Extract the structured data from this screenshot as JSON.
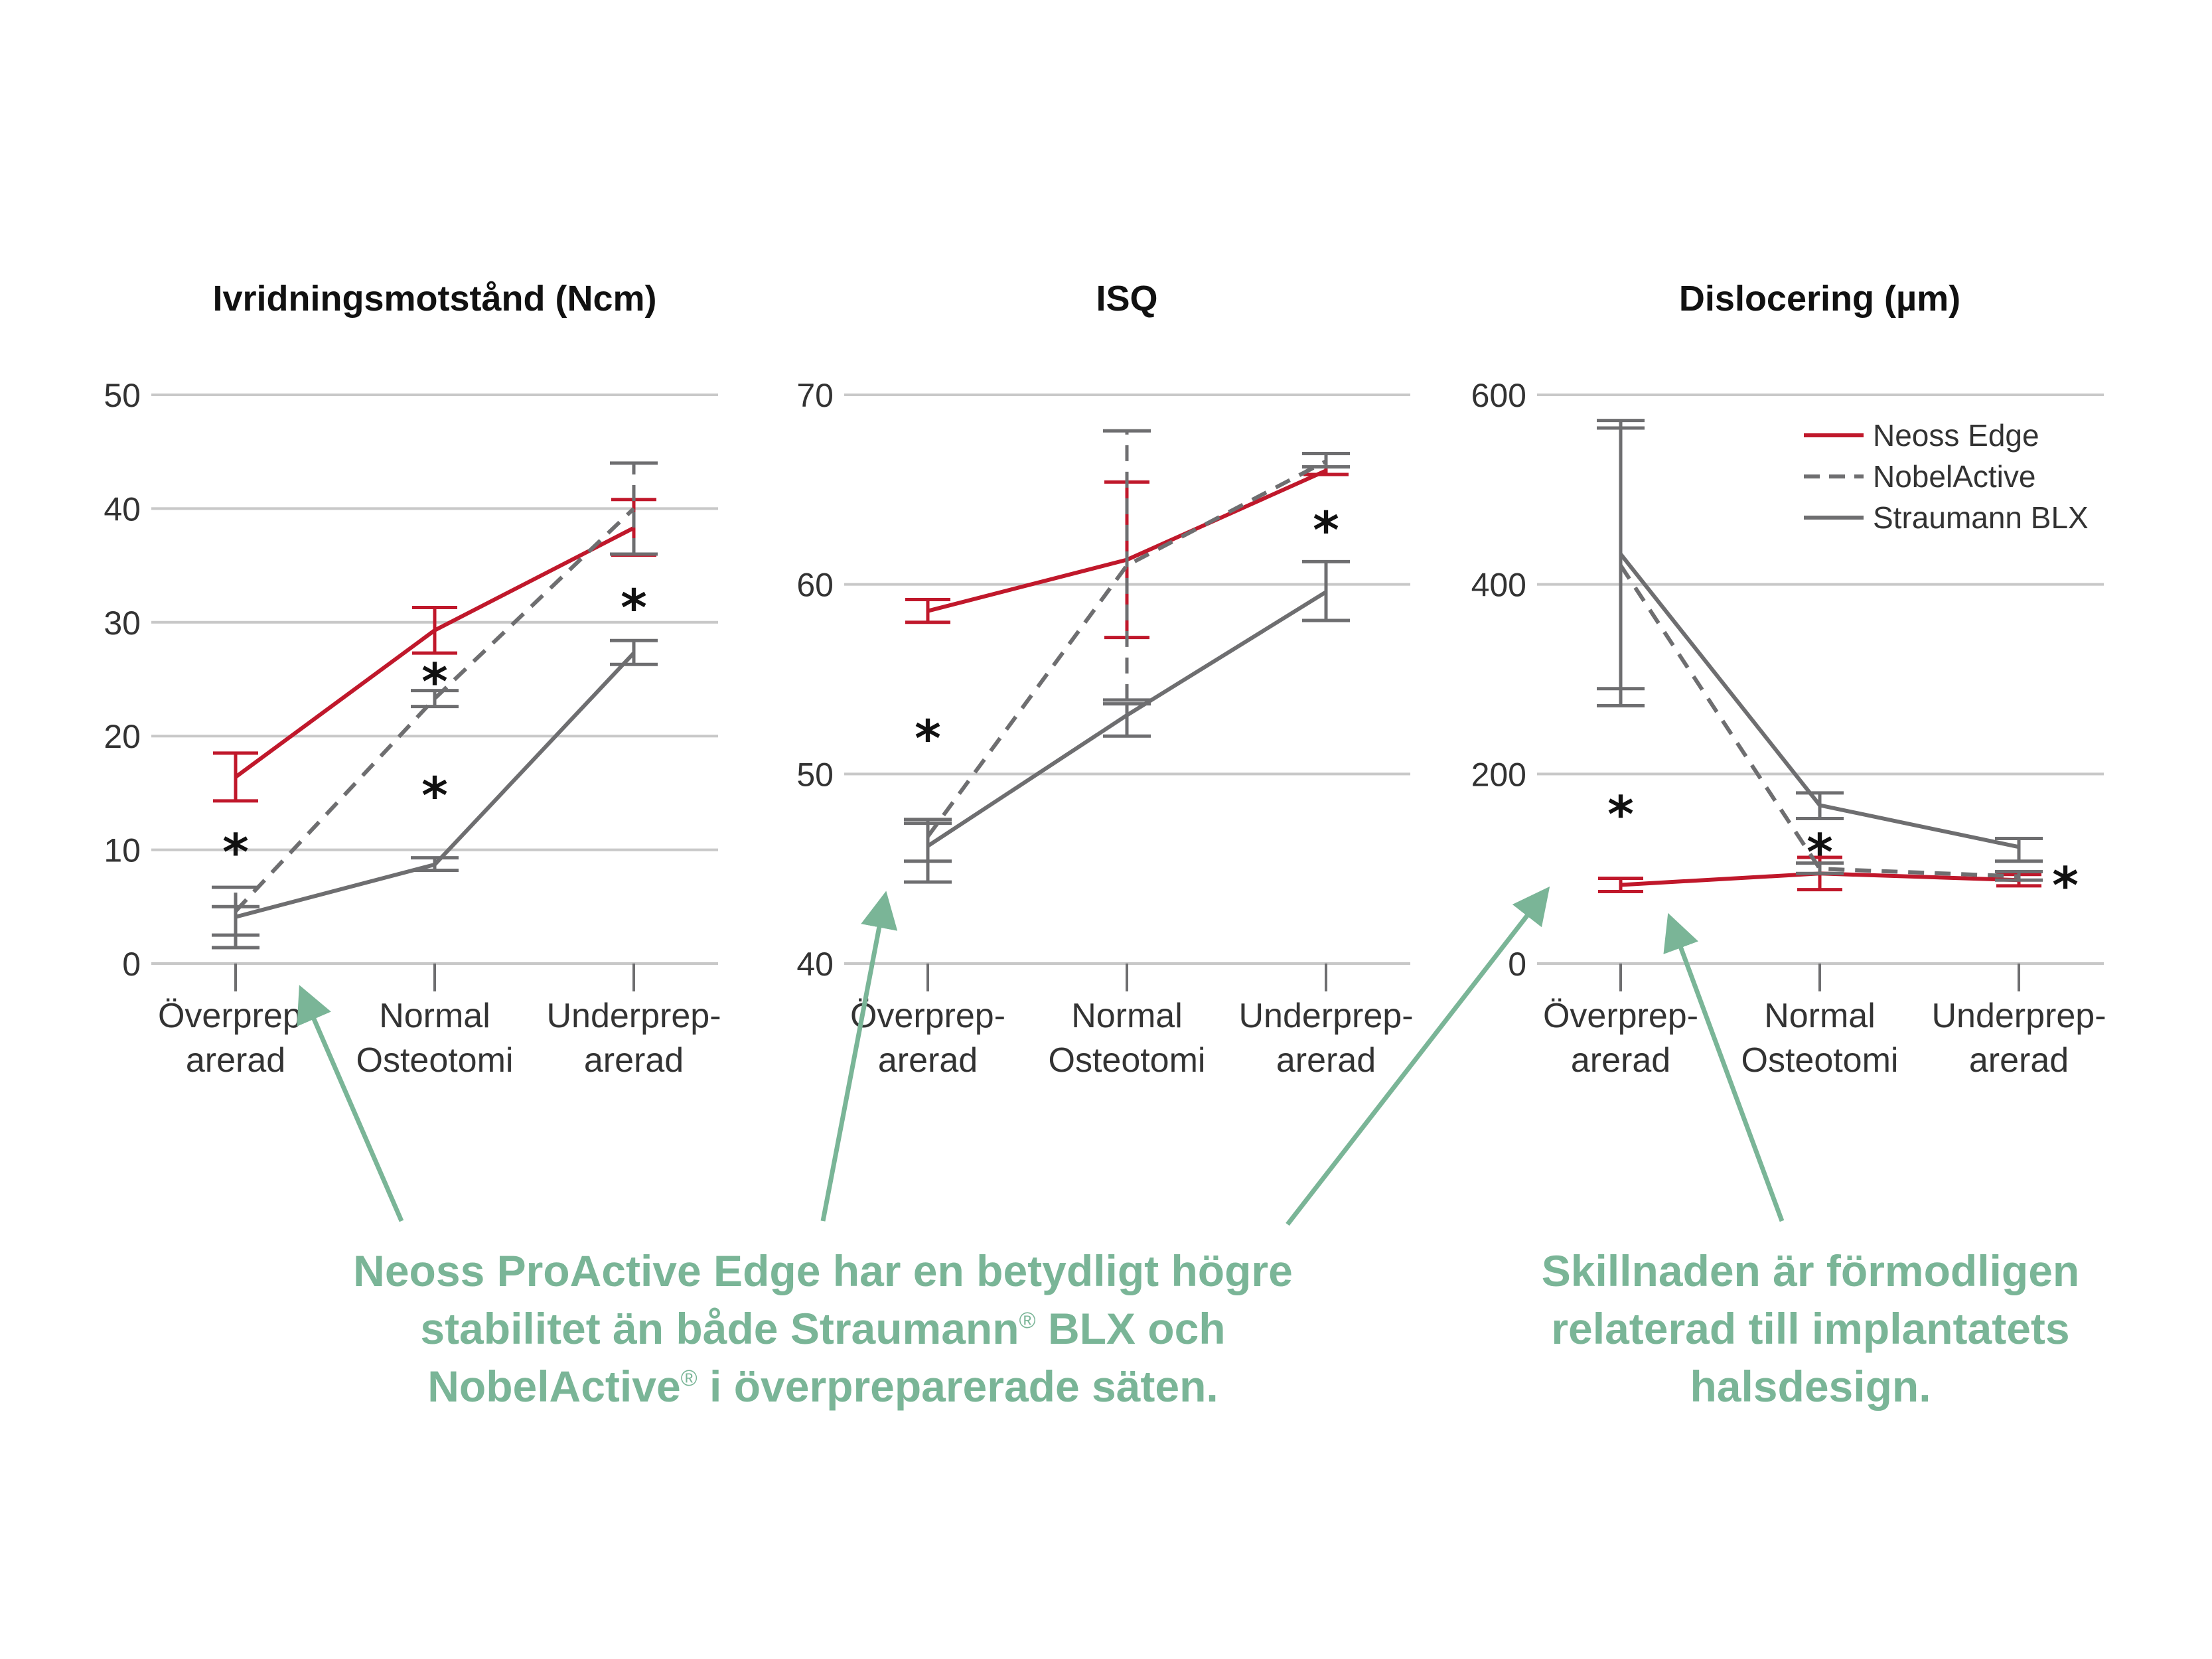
{
  "chart_data": [
    {
      "type": "line",
      "title": "Ivridningsmotstånd (Ncm)",
      "categories": [
        [
          "Överprep-",
          "arerad"
        ],
        [
          "Normal",
          "Osteotomi"
        ],
        [
          "Underprep-",
          "arerad"
        ]
      ],
      "ylim": [
        0,
        50
      ],
      "yticks": [
        "0",
        "10",
        "20",
        "30",
        "40",
        "50"
      ],
      "grid": true,
      "series": [
        {
          "name": "Neoss Edge",
          "values": [
            16.4,
            29.3,
            38.3
          ],
          "err_low": [
            14.3,
            27.3,
            35.9
          ],
          "err_high": [
            18.5,
            31.3,
            40.8
          ]
        },
        {
          "name": "NobelActive",
          "values": [
            4.6,
            23.3,
            40.0
          ],
          "err_low": [
            2.5,
            22.6,
            36.0
          ],
          "err_high": [
            6.7,
            24.0,
            44.0
          ]
        },
        {
          "name": "Straumann BLX",
          "values": [
            4.1,
            8.7,
            27.3
          ],
          "err_low": [
            1.4,
            8.2,
            26.3
          ],
          "err_high": [
            5.0,
            9.3,
            28.4
          ]
        }
      ],
      "significance": [
        {
          "label": "*",
          "category": 0,
          "y": 10.0
        },
        {
          "label": "*",
          "category": 1,
          "y": 25.0
        },
        {
          "label": "*",
          "category": 1,
          "y": 15.0
        },
        {
          "label": "*",
          "category": 2,
          "y": 31.5
        }
      ]
    },
    {
      "type": "line",
      "title": "ISQ",
      "categories": [
        [
          "Överprep-",
          "arerad"
        ],
        [
          "Normal",
          "Osteotomi"
        ],
        [
          "Underprep-",
          "arerad"
        ]
      ],
      "ylim": [
        40,
        70
      ],
      "yticks": [
        "40",
        "50",
        "60",
        "70"
      ],
      "grid": true,
      "series": [
        {
          "name": "Neoss Edge",
          "values": [
            58.6,
            61.3,
            66.0
          ],
          "err_low": [
            58.0,
            57.2,
            65.8
          ],
          "err_high": [
            59.2,
            65.4,
            66.2
          ]
        },
        {
          "name": "NobelActive",
          "values": [
            46.7,
            61.0,
            66.5
          ],
          "err_low": [
            45.4,
            53.9,
            66.2
          ],
          "err_high": [
            47.6,
            68.1,
            66.9
          ]
        },
        {
          "name": "Straumann BLX",
          "values": [
            46.2,
            53.1,
            59.6
          ],
          "err_low": [
            44.3,
            52.0,
            58.1
          ],
          "err_high": [
            47.4,
            53.7,
            61.2
          ]
        }
      ],
      "significance": [
        {
          "label": "*",
          "category": 0,
          "y": 52.0
        },
        {
          "label": "*",
          "category": 2,
          "y": 63.0
        }
      ]
    },
    {
      "type": "line",
      "title": "Dislocering (µm)",
      "categories": [
        [
          "Överprep-",
          "arerad"
        ],
        [
          "Normal",
          "Osteotomi"
        ],
        [
          "Underprep-",
          "arerad"
        ]
      ],
      "ylim": [
        0,
        600
      ],
      "yticks": [
        "0",
        "200",
        "400",
        "600"
      ],
      "grid": true,
      "legend": "top-right",
      "series": [
        {
          "name": "Neoss Edge",
          "values": [
            83,
            95,
            88
          ],
          "err_low": [
            76,
            78,
            82
          ],
          "err_high": [
            90,
            112,
            94
          ]
        },
        {
          "name": "NobelActive",
          "values": [
            420,
            100,
            92
          ],
          "err_low": [
            272,
            95,
            88
          ],
          "err_high": [
            565,
            106,
            97
          ]
        },
        {
          "name": "Straumann BLX",
          "values": [
            432,
            167,
            123
          ],
          "err_low": [
            290,
            153,
            108
          ],
          "err_high": [
            573,
            180,
            132
          ]
        }
      ],
      "significance": [
        {
          "label": "*",
          "category": 0,
          "y": 160
        },
        {
          "label": "*",
          "category": 1,
          "y": 120
        },
        {
          "label": "*",
          "category": 2,
          "y": 85
        }
      ]
    }
  ],
  "legend": {
    "items": [
      "Neoss Edge",
      "NobelActive",
      "Straumann BLX"
    ]
  },
  "colors": {
    "neoss": "#c0182b",
    "nobel": "#6e6e70",
    "straumann": "#6e6e70",
    "grid": "#c8c8c8",
    "annotation": "#7ab597"
  },
  "annotations": {
    "left": {
      "line1": "Neoss ProActive Edge har en betydligt högre",
      "line2a": "stabilitet än både Straumann",
      "reg": "®",
      "line2b": " BLX och",
      "line3a": "NobelActive",
      "line3b": " i överpreparerade säten."
    },
    "right": {
      "line1": "Skillnaden är förmodligen",
      "line2": "relaterad till implantatets",
      "line3": "halsdesign."
    }
  }
}
